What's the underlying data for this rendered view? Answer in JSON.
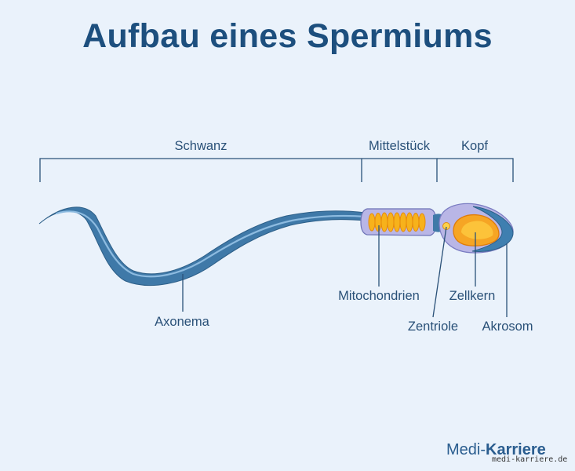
{
  "title": "Aufbau eines Spermiums",
  "sections": {
    "tail": "Schwanz",
    "midpiece": "Mittelstück",
    "head": "Kopf"
  },
  "labels": {
    "axonema": "Axonema",
    "mitochondria": "Mitochondrien",
    "centriole": "Zentriole",
    "nucleus": "Zellkern",
    "acrosome": "Akrosom"
  },
  "brand": {
    "part1": "Medi-",
    "part2": "Karriere",
    "url": "medi-karriere.de"
  },
  "colors": {
    "background": "#eaf2fb",
    "title": "#1d4f7e",
    "tail": "#3f79a8",
    "tail_inner": "#7fb1d8",
    "membrane": "#b9b6e6",
    "mitochondria": "#f7b21b",
    "nucleus": "#f6a524",
    "acrosome": "#3f7fb0"
  }
}
